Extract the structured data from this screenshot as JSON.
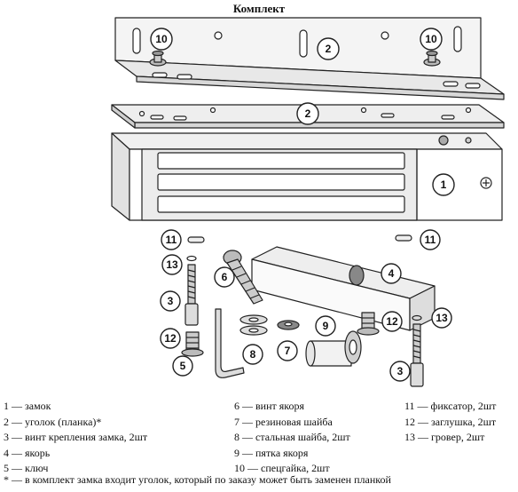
{
  "title": "Комплект",
  "callouts": {
    "bracket_pin_left": "10",
    "bracket_pin_right": "10",
    "bracket": "2",
    "plate": "2",
    "lock": "1",
    "pin_left": "11",
    "pin_right": "11",
    "grover_left": "13",
    "grover_right": "13",
    "screw_left": "3",
    "screw_right": "3",
    "anchor_screw": "6",
    "anchor": "4",
    "plug_left": "12",
    "plug_right": "12",
    "key": "5",
    "steel_washer": "8",
    "rubber_washer": "7",
    "heel": "9"
  },
  "legend": {
    "col1": [
      "1 — замок",
      "2 — уголок (планка)*",
      "3 — винт крепления замка, 2шт",
      "4 — якорь",
      "5 — ключ"
    ],
    "col2": [
      "6 — винт якоря",
      "7 — резиновая шайба",
      "8 — стальная шайба, 2шт",
      "9 — пятка якоря",
      "10 — спецгайка, 2шт"
    ],
    "col3": [
      "11 — фиксатор, 2шт",
      "12 — заглушка, 2шт",
      "13 — гровер, 2шт"
    ]
  },
  "footnote": "* — в комплект замка входит уголок, который по заказу может быть заменен планкой"
}
